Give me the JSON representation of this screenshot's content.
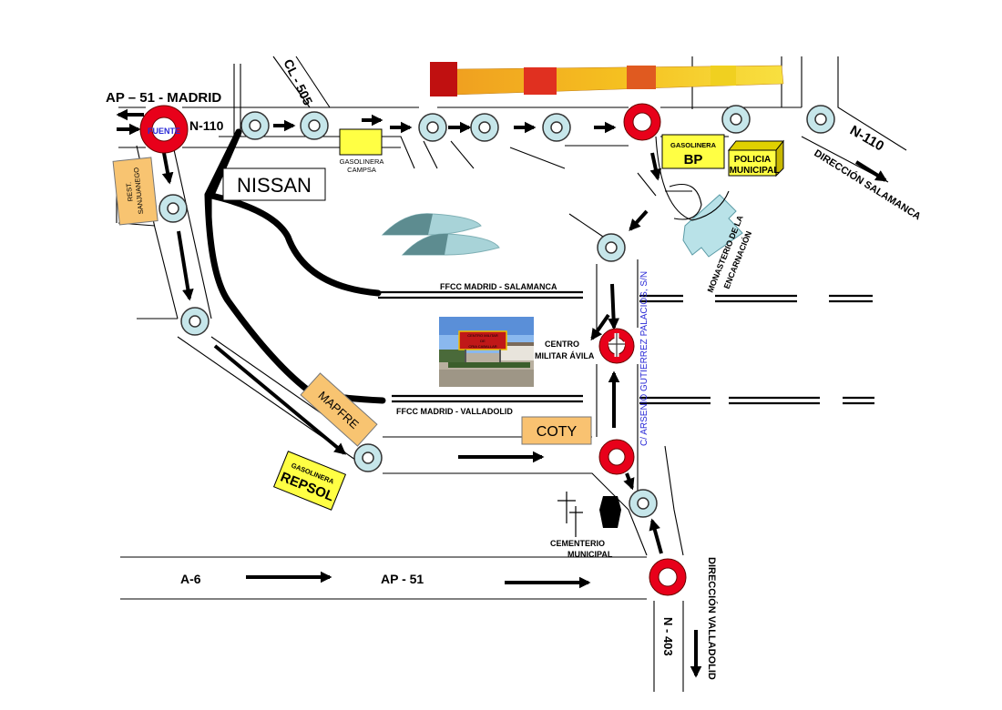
{
  "labels": {
    "ap51_madrid": "AP – 51 - MADRID",
    "fuente": "FUENTE",
    "n110_left": "N-110",
    "cl505": "CL - 505",
    "gasolinera_campsa_1": "GASOLINERA",
    "gasolinera_campsa_2": "CAMPSA",
    "nissan": "NISSAN",
    "rest_1": "REST.",
    "rest_2": "SANJUANEGO",
    "gasolinera_bp_small": "GASOLINERA",
    "bp": "BP",
    "policia_1": "POLICIA",
    "policia_2": "MUNICIPAL",
    "n110_right": "N-110",
    "direccion_salamanca": "DIRECCIÓN SALAMANCA",
    "monasterio_1": "MONASTERIO DE LA",
    "monasterio_2": "ENCARNACIÓN",
    "ffcc_salamanca": "FFCC  MADRID - SALAMANCA",
    "calle_arsenio": "C/ ARSENIO GUTIERREZ PALACIOS,  S/N",
    "centro_1": "CENTRO",
    "centro_2": "MILITAR ÁVILA",
    "ffcc_valladolid": "FFCC  MADRID - VALLADOLID",
    "mapfre": "MAPFRE",
    "coty": "COTY",
    "gasolinera_repsol_small": "GASOLINERA",
    "repsol": "REPSOL",
    "cementerio_1": "CEMENTERIO",
    "cementerio_2": "MUNICIPAL",
    "a6": "A-6",
    "ap51": "AP - 51",
    "n403": "N - 403",
    "direccion_valladolid": "DIRECCIÓN VALLADOLID",
    "photo_sign_1": "CENTRO MILITAR",
    "photo_sign_2": "DE",
    "photo_sign_3": "CRIA CABALLAR"
  },
  "colors": {
    "roundabout_small": "#c6e6ea",
    "roundabout_red": "#e8001a",
    "gasolinera_yellow": "#ffff44",
    "mapfre_orange": "#f8c471",
    "coty_orange": "#f9c271",
    "monastery_blue": "#b9e2e8",
    "street_blue": "#2a2ad6"
  }
}
